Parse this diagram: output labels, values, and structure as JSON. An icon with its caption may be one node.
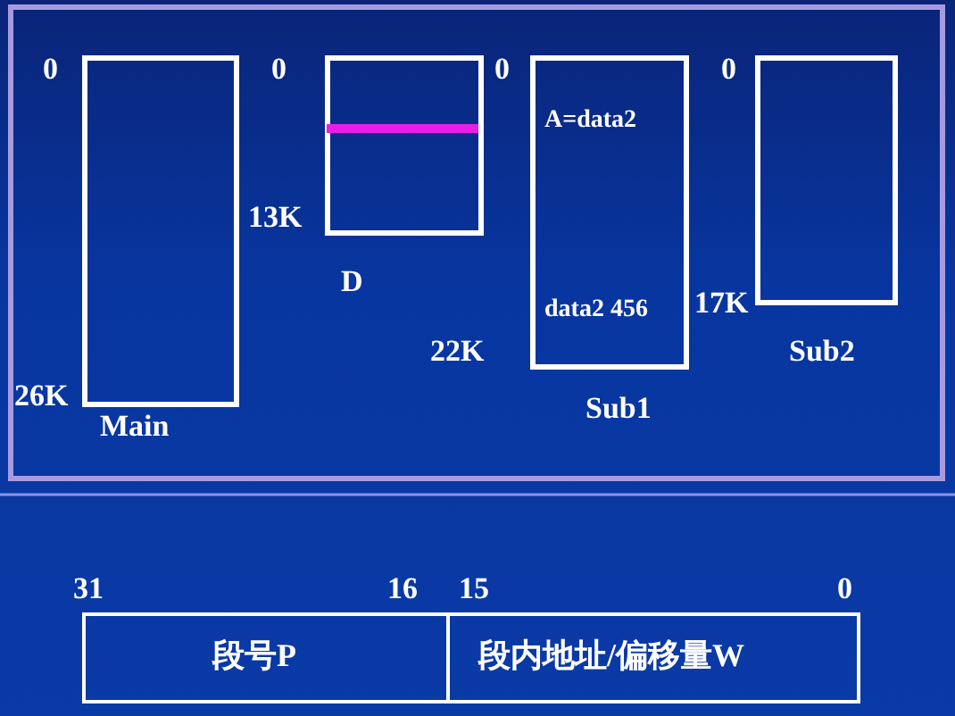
{
  "diagram": {
    "nodes": [
      {
        "text": [
          "Main"
        ],
        "beside": [
          "0",
          "26K"
        ]
      },
      {
        "text": [
          "D"
        ],
        "beside": [
          "0",
          "13K"
        ]
      },
      {
        "text": [
          "A=data2",
          "data2 456",
          "Sub1"
        ],
        "beside": [
          "0",
          "22K"
        ]
      },
      {
        "text": [
          "Sub2"
        ],
        "beside": [
          "0",
          "17K"
        ]
      },
      {
        "text": [
          "段号P"
        ],
        "beside": [
          "31",
          "16"
        ]
      },
      {
        "text": [
          "段内地址/偏移量W"
        ],
        "beside": [
          "15",
          "0"
        ]
      }
    ],
    "edges": []
  }
}
